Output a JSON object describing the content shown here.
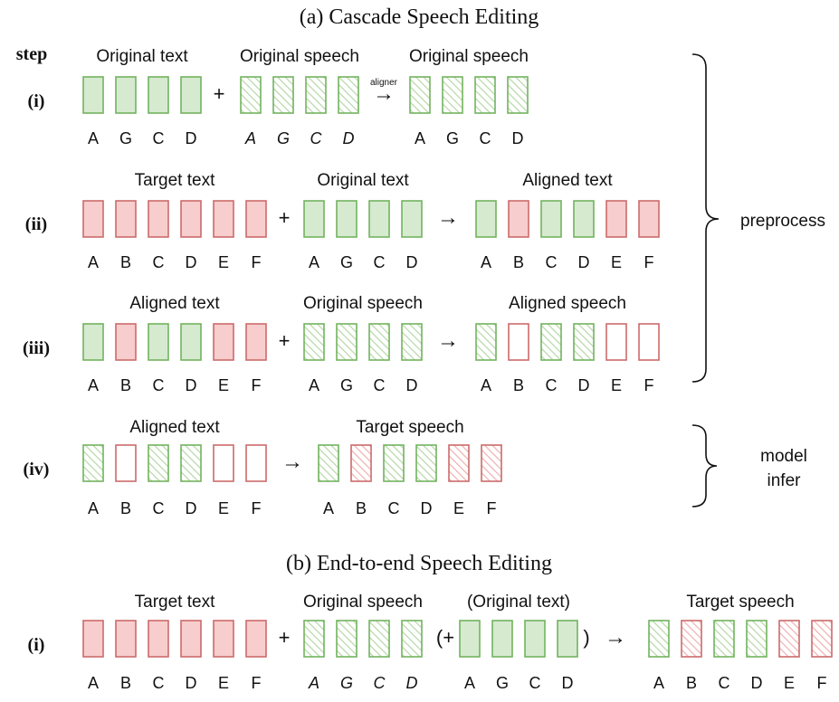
{
  "title_a": "(a) Cascade Speech Editing",
  "title_b": "(b) End-to-end Speech Editing",
  "step_label": "step",
  "plus": "+",
  "arrow": "→",
  "aligner_label": "aligner",
  "paren_open": "(+",
  "paren_close": ")",
  "bracket_preprocess": "preprocess",
  "bracket_model": "model",
  "bracket_infer": "infer",
  "colors": {
    "green_stroke": "#72b35e",
    "green_fill": "#d6ead0",
    "red_stroke": "#cc6b6b",
    "red_fill": "#f7cdcd",
    "hatch_green": "#b5d8a6",
    "hatch_red": "#efb0b0"
  },
  "rows": [
    {
      "step": "(i)",
      "groups": [
        {
          "header": "Original text",
          "boxes": [
            {
              "label": "A",
              "color": "green",
              "style": "solid"
            },
            {
              "label": "G",
              "color": "green",
              "style": "solid"
            },
            {
              "label": "C",
              "color": "green",
              "style": "solid"
            },
            {
              "label": "D",
              "color": "green",
              "style": "solid"
            }
          ]
        },
        {
          "header": "Original speech",
          "italic": true,
          "boxes": [
            {
              "label": "A",
              "color": "green",
              "style": "hatch"
            },
            {
              "label": "G",
              "color": "green",
              "style": "hatch"
            },
            {
              "label": "C",
              "color": "green",
              "style": "hatch"
            },
            {
              "label": "D",
              "color": "green",
              "style": "hatch"
            }
          ]
        },
        {
          "header": "Original speech",
          "boxes": [
            {
              "label": "A",
              "color": "green",
              "style": "hatch"
            },
            {
              "label": "G",
              "color": "green",
              "style": "hatch"
            },
            {
              "label": "C",
              "color": "green",
              "style": "hatch"
            },
            {
              "label": "D",
              "color": "green",
              "style": "hatch"
            }
          ]
        }
      ]
    },
    {
      "step": "(ii)",
      "groups": [
        {
          "header": "Target text",
          "boxes": [
            {
              "label": "A",
              "color": "red",
              "style": "solid"
            },
            {
              "label": "B",
              "color": "red",
              "style": "solid"
            },
            {
              "label": "C",
              "color": "red",
              "style": "solid"
            },
            {
              "label": "D",
              "color": "red",
              "style": "solid"
            },
            {
              "label": "E",
              "color": "red",
              "style": "solid"
            },
            {
              "label": "F",
              "color": "red",
              "style": "solid"
            }
          ]
        },
        {
          "header": "Original text",
          "boxes": [
            {
              "label": "A",
              "color": "green",
              "style": "solid"
            },
            {
              "label": "G",
              "color": "green",
              "style": "solid"
            },
            {
              "label": "C",
              "color": "green",
              "style": "solid"
            },
            {
              "label": "D",
              "color": "green",
              "style": "solid"
            }
          ]
        },
        {
          "header": "Aligned text",
          "boxes": [
            {
              "label": "A",
              "color": "green",
              "style": "solid"
            },
            {
              "label": "B",
              "color": "red",
              "style": "solid"
            },
            {
              "label": "C",
              "color": "green",
              "style": "solid"
            },
            {
              "label": "D",
              "color": "green",
              "style": "solid"
            },
            {
              "label": "E",
              "color": "red",
              "style": "solid"
            },
            {
              "label": "F",
              "color": "red",
              "style": "solid"
            }
          ]
        }
      ]
    },
    {
      "step": "(iii)",
      "groups": [
        {
          "header": "Aligned text",
          "boxes": [
            {
              "label": "A",
              "color": "green",
              "style": "solid"
            },
            {
              "label": "B",
              "color": "red",
              "style": "solid"
            },
            {
              "label": "C",
              "color": "green",
              "style": "solid"
            },
            {
              "label": "D",
              "color": "green",
              "style": "solid"
            },
            {
              "label": "E",
              "color": "red",
              "style": "solid"
            },
            {
              "label": "F",
              "color": "red",
              "style": "solid"
            }
          ]
        },
        {
          "header": "Original speech",
          "boxes": [
            {
              "label": "A",
              "color": "green",
              "style": "hatch"
            },
            {
              "label": "G",
              "color": "green",
              "style": "hatch"
            },
            {
              "label": "C",
              "color": "green",
              "style": "hatch"
            },
            {
              "label": "D",
              "color": "green",
              "style": "hatch"
            }
          ]
        },
        {
          "header": "Aligned speech",
          "boxes": [
            {
              "label": "A",
              "color": "green",
              "style": "hatch"
            },
            {
              "label": "B",
              "color": "red",
              "style": "empty"
            },
            {
              "label": "C",
              "color": "green",
              "style": "hatch"
            },
            {
              "label": "D",
              "color": "green",
              "style": "hatch"
            },
            {
              "label": "E",
              "color": "red",
              "style": "empty"
            },
            {
              "label": "F",
              "color": "red",
              "style": "empty"
            }
          ]
        }
      ]
    },
    {
      "step": "(iv)",
      "groups": [
        {
          "header": "Aligned text",
          "boxes": [
            {
              "label": "A",
              "color": "green",
              "style": "hatch"
            },
            {
              "label": "B",
              "color": "red",
              "style": "empty"
            },
            {
              "label": "C",
              "color": "green",
              "style": "hatch"
            },
            {
              "label": "D",
              "color": "green",
              "style": "hatch"
            },
            {
              "label": "E",
              "color": "red",
              "style": "empty"
            },
            {
              "label": "F",
              "color": "red",
              "style": "empty"
            }
          ]
        },
        {
          "header": "Target speech",
          "boxes": [
            {
              "label": "A",
              "color": "green",
              "style": "hatch"
            },
            {
              "label": "B",
              "color": "red",
              "style": "hatch"
            },
            {
              "label": "C",
              "color": "green",
              "style": "hatch"
            },
            {
              "label": "D",
              "color": "green",
              "style": "hatch"
            },
            {
              "label": "E",
              "color": "red",
              "style": "hatch"
            },
            {
              "label": "F",
              "color": "red",
              "style": "hatch"
            }
          ]
        }
      ]
    },
    {
      "step": "(i)",
      "groups": [
        {
          "header": "Target text",
          "boxes": [
            {
              "label": "A",
              "color": "red",
              "style": "solid"
            },
            {
              "label": "B",
              "color": "red",
              "style": "solid"
            },
            {
              "label": "C",
              "color": "red",
              "style": "solid"
            },
            {
              "label": "D",
              "color": "red",
              "style": "solid"
            },
            {
              "label": "E",
              "color": "red",
              "style": "solid"
            },
            {
              "label": "F",
              "color": "red",
              "style": "solid"
            }
          ]
        },
        {
          "header": "Original speech",
          "italic": true,
          "boxes": [
            {
              "label": "A",
              "color": "green",
              "style": "hatch"
            },
            {
              "label": "G",
              "color": "green",
              "style": "hatch"
            },
            {
              "label": "C",
              "color": "green",
              "style": "hatch"
            },
            {
              "label": "D",
              "color": "green",
              "style": "hatch"
            }
          ]
        },
        {
          "header": "(Original text)",
          "boxes": [
            {
              "label": "A",
              "color": "green",
              "style": "solid"
            },
            {
              "label": "G",
              "color": "green",
              "style": "solid"
            },
            {
              "label": "C",
              "color": "green",
              "style": "solid"
            },
            {
              "label": "D",
              "color": "green",
              "style": "solid"
            }
          ]
        },
        {
          "header": "Target speech",
          "boxes": [
            {
              "label": "A",
              "color": "green",
              "style": "hatch"
            },
            {
              "label": "B",
              "color": "red",
              "style": "hatch"
            },
            {
              "label": "C",
              "color": "green",
              "style": "hatch"
            },
            {
              "label": "D",
              "color": "green",
              "style": "hatch"
            },
            {
              "label": "E",
              "color": "red",
              "style": "hatch"
            },
            {
              "label": "F",
              "color": "red",
              "style": "hatch"
            }
          ]
        }
      ]
    }
  ]
}
